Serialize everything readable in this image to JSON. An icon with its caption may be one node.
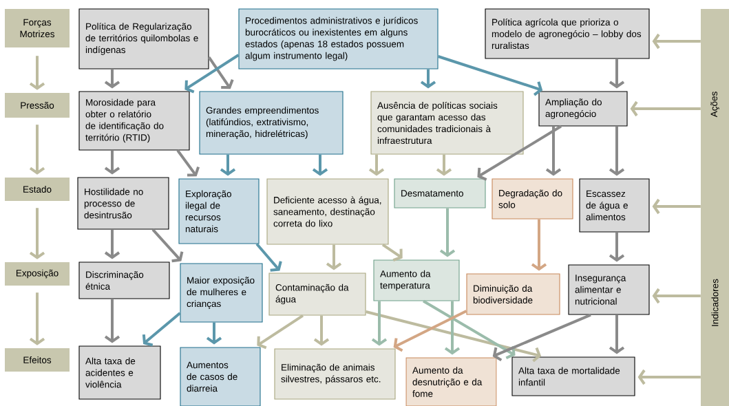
{
  "diagram": {
    "nodes": [
      {
        "text": [
          "Forças Motrizes"
        ]
      },
      {
        "text": [
          "Pressão"
        ]
      },
      {
        "text": [
          "Estado"
        ]
      },
      {
        "text": [
          "Exposição"
        ]
      },
      {
        "text": [
          "Efeitos"
        ]
      },
      {
        "text": [
          "Política de Regularização de territórios quilombolas e indígenas"
        ]
      },
      {
        "text": [
          "Procedimentos administrativos e jurídicos burocráticos ou inexistentes em alguns estados (apenas 18 estados possuem algum instrumento legal)"
        ]
      },
      {
        "text": [
          "Política agrícola que prioriza o modelo de agronegócio – lobby dos ruralistas"
        ]
      },
      {
        "text": [
          "Morosidade para obter o relatório de identificação do território (RTID)"
        ]
      },
      {
        "text": [
          "Grandes empreendimentos (latifúndios, extrativismo, mineração, hidrelétricas)"
        ]
      },
      {
        "text": [
          "Ausência de políticas sociais que garantam acesso das comunidades tradicionais à infraestrutura"
        ]
      },
      {
        "text": [
          "Ampliação do agronegócio"
        ]
      },
      {
        "text": [
          "Hostilidade no processo de desintrusão"
        ]
      },
      {
        "text": [
          "Exploração ilegal de recursos naturais"
        ]
      },
      {
        "text": [
          "Deficiente acesso à água, saneamento, destinação correta do lixo"
        ]
      },
      {
        "text": [
          "Desmatamento"
        ]
      },
      {
        "text": [
          "Degradação do solo"
        ]
      },
      {
        "text": [
          "Escassez de água e alimentos"
        ]
      },
      {
        "text": [
          "Discriminação étnica"
        ]
      },
      {
        "text": [
          "Maior exposição de mulheres e crianças"
        ]
      },
      {
        "text": [
          "Contaminação da água"
        ]
      },
      {
        "text": [
          "Aumento da temperatura"
        ]
      },
      {
        "text": [
          "Diminuição da biodiversidade"
        ]
      },
      {
        "text": [
          "Insegurança alimentar e nutricional"
        ]
      },
      {
        "text": [
          "Alta taxa de acidentes e violência"
        ]
      },
      {
        "text": [
          "Aumentos de casos de diarreia"
        ]
      },
      {
        "text": [
          "Eliminação de animais silvestres, pássaros etc."
        ]
      },
      {
        "text": [
          "Aumento da desnutrição e da fome"
        ]
      },
      {
        "text": [
          "Alta taxa de mortalidade infantil"
        ]
      },
      {
        "text": [
          "Ações"
        ]
      },
      {
        "text": [
          "Indicadores"
        ]
      }
    ],
    "edges": [
      {
        "from": 0,
        "to": 1,
        "arrow": "to"
      },
      {
        "from": 1,
        "to": 2,
        "arrow": "to"
      },
      {
        "from": 2,
        "to": 3,
        "arrow": "to"
      },
      {
        "from": 3,
        "to": 4,
        "arrow": "to"
      },
      {
        "from": 5,
        "to": 8,
        "arrow": "to",
        "color": "#8a8a8a"
      },
      {
        "from": 5,
        "to": 9,
        "arrow": "to",
        "color": "#8a8a8a"
      },
      {
        "from": 6,
        "to": 8,
        "arrow": "to",
        "color": "#5b97ab"
      },
      {
        "from": 6,
        "to": 10,
        "arrow": "to",
        "color": "#5b97ab"
      },
      {
        "from": 6,
        "to": 11,
        "arrow": "to",
        "color": "#5b97ab"
      },
      {
        "from": 7,
        "to": 11,
        "arrow": "to",
        "color": "#8a8a8a"
      },
      {
        "from": 8,
        "to": 12,
        "arrow": "to",
        "color": "#8a8a8a"
      },
      {
        "from": 8,
        "to": 13,
        "arrow": "to",
        "color": "#8a8a8a"
      },
      {
        "from": 9,
        "to": 13,
        "arrow": "to",
        "color": "#5b97ab"
      },
      {
        "from": 9,
        "to": 14,
        "arrow": "to",
        "color": "#5b97ab"
      },
      {
        "from": 10,
        "to": 14,
        "arrow": "to"
      },
      {
        "from": 10,
        "to": 15,
        "arrow": "to"
      },
      {
        "from": 11,
        "to": 15,
        "arrow": "to",
        "color": "#8a8a8a"
      },
      {
        "from": 11,
        "to": 16,
        "arrow": "to",
        "color": "#8a8a8a"
      },
      {
        "from": 11,
        "to": 17,
        "arrow": "to",
        "color": "#8a8a8a"
      },
      {
        "from": 12,
        "to": 18,
        "arrow": "to",
        "color": "#8a8a8a"
      },
      {
        "from": 12,
        "to": 19,
        "arrow": "to",
        "color": "#8a8a8a"
      },
      {
        "from": 13,
        "to": 20,
        "arrow": "to",
        "color": "#5b97ab"
      },
      {
        "from": 14,
        "to": 20,
        "arrow": "to"
      },
      {
        "from": 14,
        "to": 21,
        "arrow": "to"
      },
      {
        "from": 15,
        "to": 21,
        "arrow": "to",
        "color": "#9bbcab"
      },
      {
        "from": 16,
        "to": 22,
        "arrow": "to",
        "color": "#d3a684"
      },
      {
        "from": 17,
        "to": 23,
        "arrow": "to",
        "color": "#8a8a8a"
      },
      {
        "from": 18,
        "to": 24,
        "arrow": "to",
        "color": "#8a8a8a"
      },
      {
        "from": 19,
        "to": 24,
        "arrow": "to",
        "color": "#5b97ab"
      },
      {
        "from": 19,
        "to": 25,
        "arrow": "to",
        "color": "#5b97ab"
      },
      {
        "from": 20,
        "to": 25,
        "arrow": "to"
      },
      {
        "from": 20,
        "to": 26,
        "arrow": "to"
      },
      {
        "from": 20,
        "to": 28,
        "arrow": "to"
      },
      {
        "from": 21,
        "to": 26,
        "arrow": "to",
        "color": "#9bbcab"
      },
      {
        "from": 21,
        "to": 27,
        "arrow": "to",
        "color": "#9bbcab"
      },
      {
        "from": 21,
        "to": 28,
        "arrow": "to",
        "color": "#9bbcab"
      },
      {
        "from": 22,
        "to": 26,
        "arrow": "to",
        "color": "#d3a684"
      },
      {
        "from": 23,
        "to": 27,
        "arrow": "to",
        "color": "#8a8a8a"
      },
      {
        "from": 23,
        "to": 28,
        "arrow": "to",
        "color": "#8a8a8a"
      },
      {
        "from": 29,
        "to": 7,
        "arrow": "to"
      },
      {
        "from": 29,
        "to": 11,
        "arrow": "to"
      },
      {
        "from": 30,
        "to": 17,
        "arrow": "to"
      },
      {
        "from": 30,
        "to": 23,
        "arrow": "to"
      },
      {
        "from": 30,
        "to": 28,
        "arrow": "to"
      }
    ]
  }
}
